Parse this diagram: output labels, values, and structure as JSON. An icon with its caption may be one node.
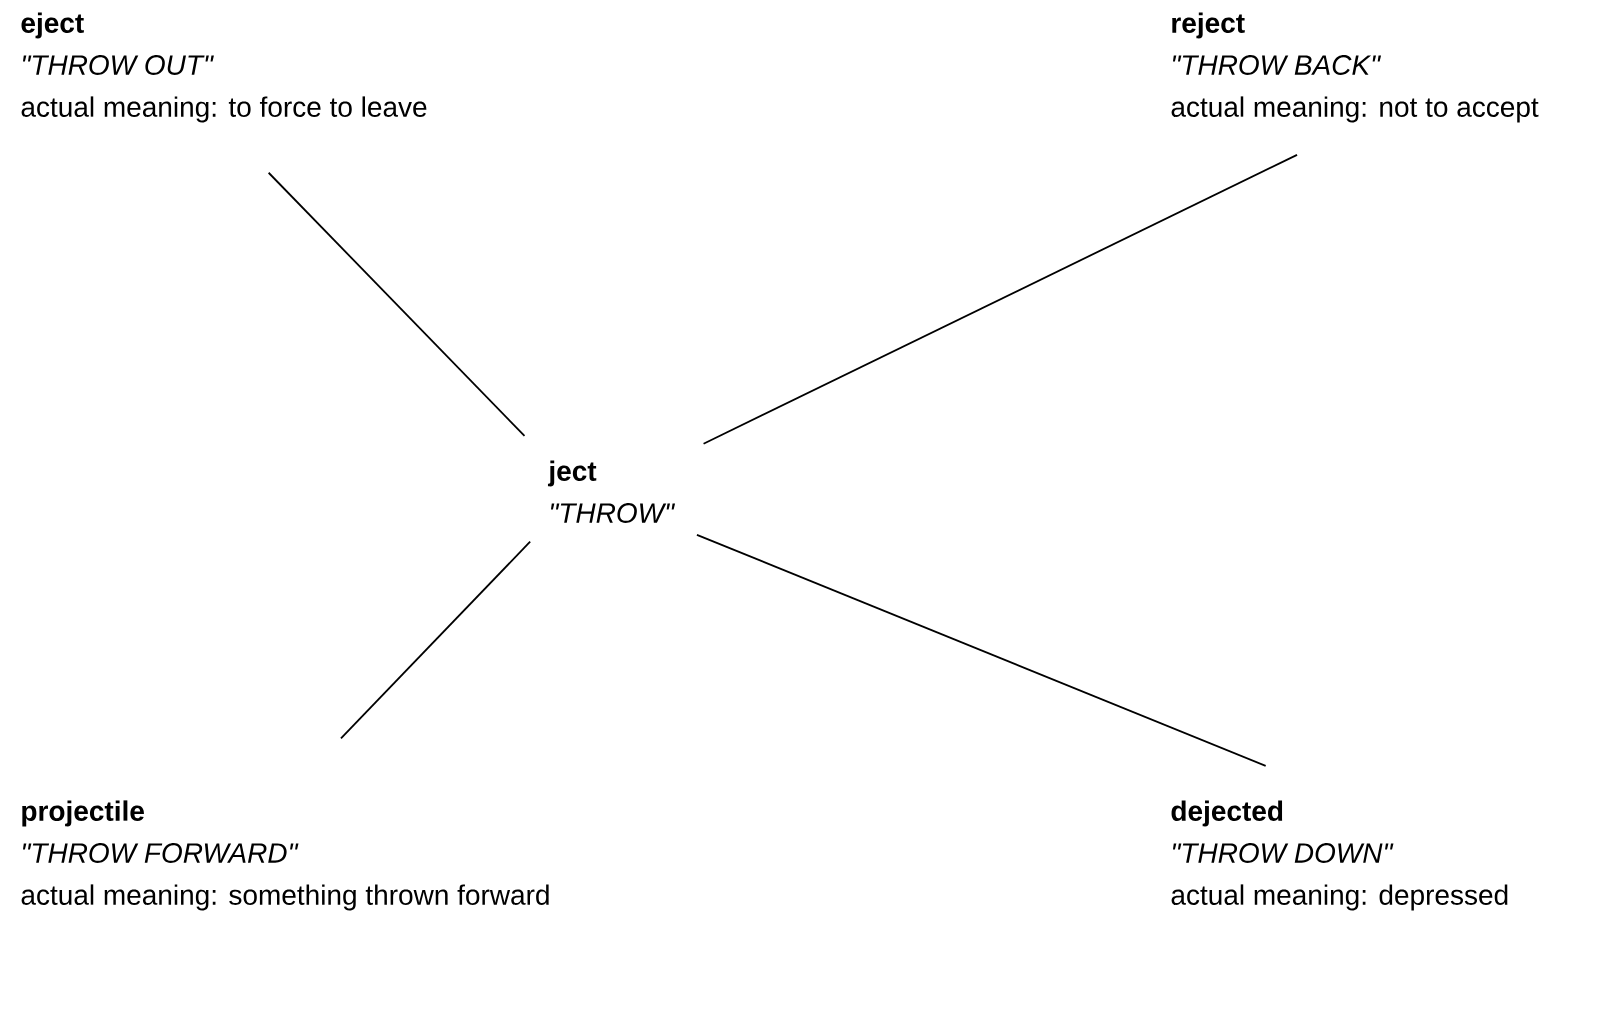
{
  "diagram": {
    "nodes": [
      {
        "text": [
          "eject",
          "\"THROW OUT\"",
          "actual meaning: to force to leave"
        ]
      },
      {
        "text": [
          "reject",
          "\"THROW BACK\"",
          "actual meaning: not to accept"
        ]
      },
      {
        "text": [
          "ject",
          "\"THROW\""
        ]
      },
      {
        "text": [
          "projectile",
          "\"THROW FORWARD\"",
          "actual meaning: something thrown forward"
        ]
      },
      {
        "text": [
          "dejected",
          "\"THROW DOWN\"",
          "actual meaning: depressed"
        ]
      }
    ],
    "edges": [
      {
        "from": 2,
        "to": 0,
        "arrow": "none"
      },
      {
        "from": 2,
        "to": 1,
        "arrow": "none"
      },
      {
        "from": 2,
        "to": 3,
        "arrow": "none"
      },
      {
        "from": 2,
        "to": 4,
        "arrow": "none"
      }
    ]
  }
}
